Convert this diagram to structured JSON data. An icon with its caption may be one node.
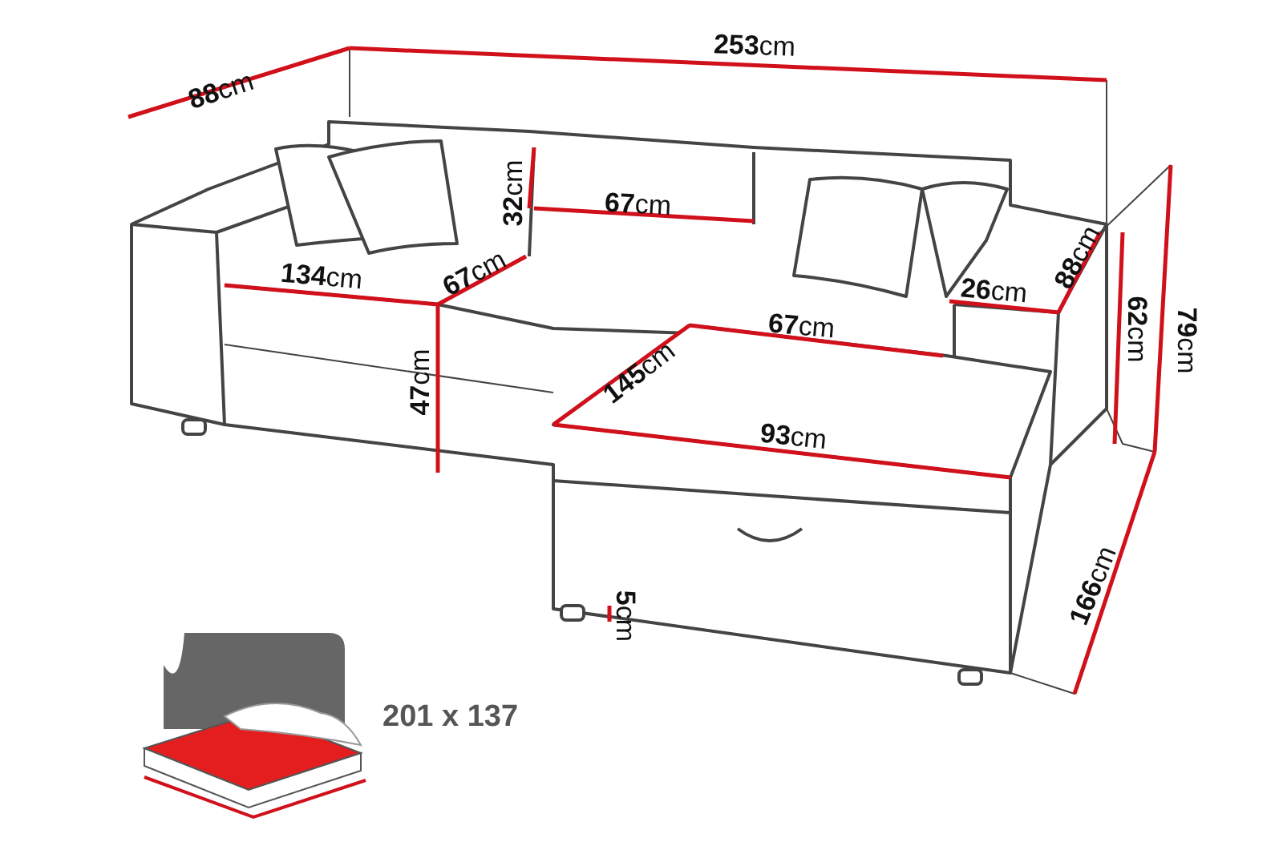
{
  "diagram": {
    "labels": [
      "**88**cm",
      "**253**cm",
      "**32**cm",
      "**67**cm",
      "**134**cm",
      "**67**cm",
      "**26**cm",
      "**88**cm",
      "**67**cm",
      "**62**cm",
      "**79**cm",
      "**47**cm",
      "**145**cm",
      "**93**cm",
      "**5**cm",
      "**166**cm",
      "201 x 137"
    ]
  }
}
